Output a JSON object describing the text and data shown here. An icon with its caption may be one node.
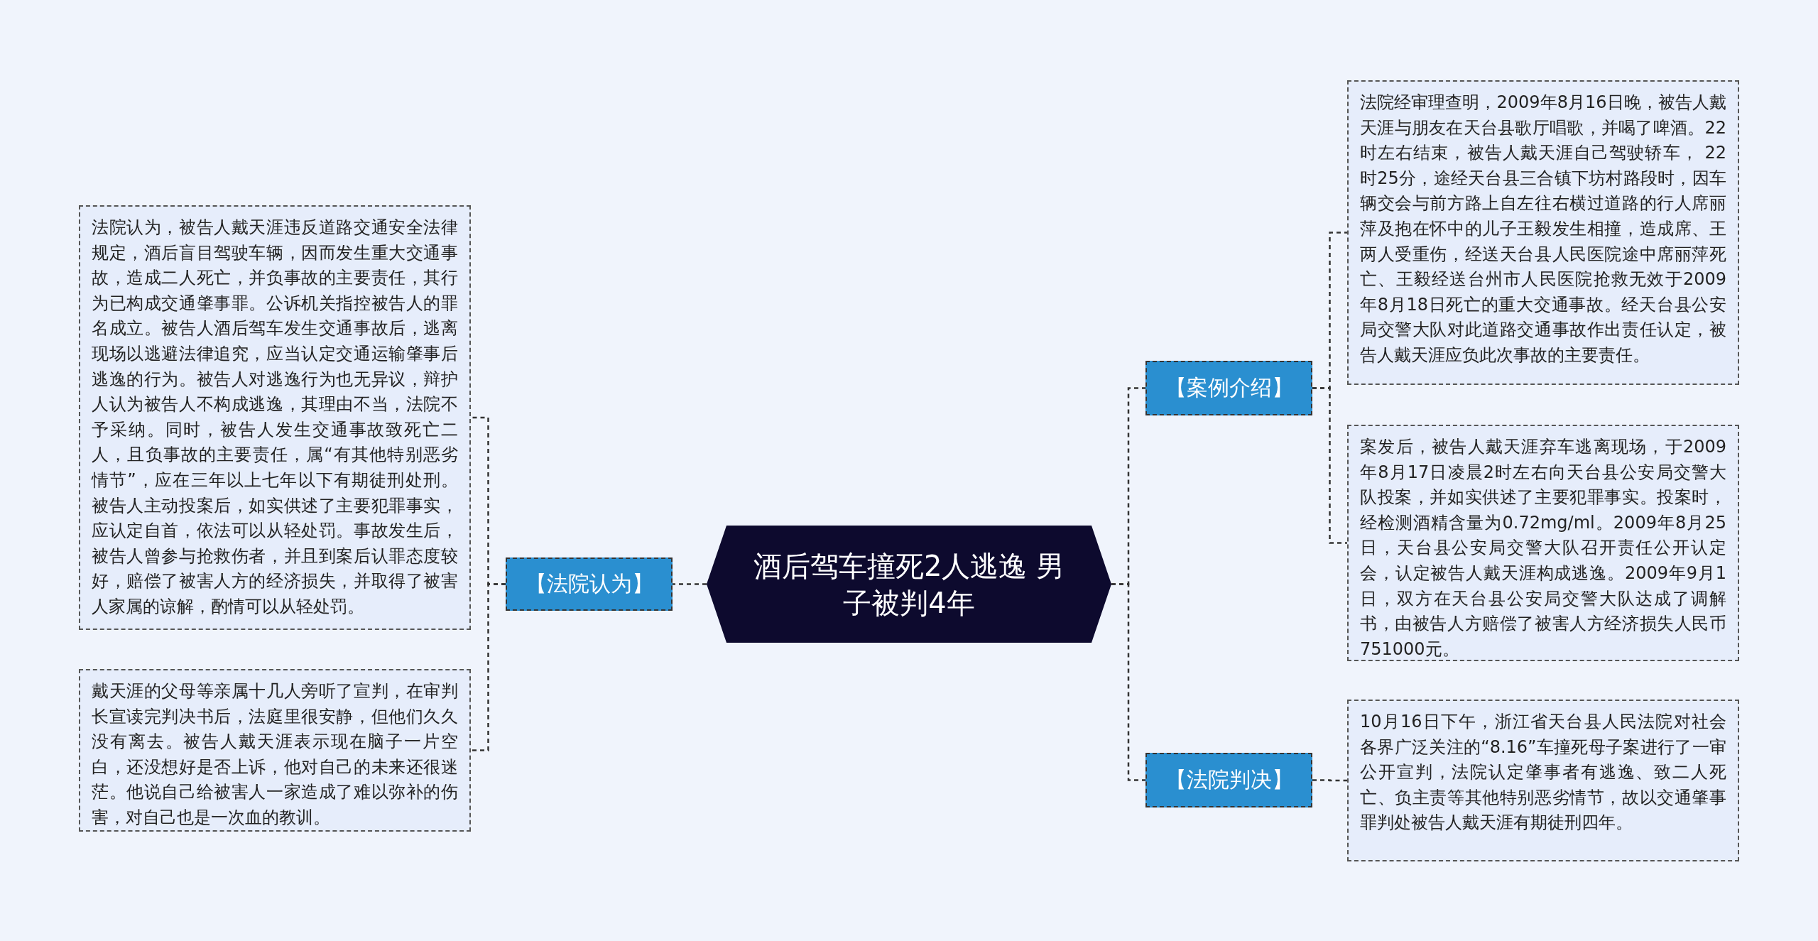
{
  "diagram": {
    "nodes": [
      {
        "text": [
          "酒后驾车撞死2人逃逸 男子被判4年"
        ]
      },
      {
        "text": [
          "【案例介绍】"
        ]
      },
      {
        "text": [
          "法院经审理查明，2009年8月16日晚，被告人戴天涯与朋友在天台县歌厅唱歌，并喝了啤酒。22时左右结束，被告人戴天涯自己驾驶轿车， 22时25分，途经天台县三合镇下坊村路段时，因车辆交会与前方路上自左往右横过道路的行人席丽萍及抱在怀中的儿子王毅发生相撞，造成席、王两人受重伤，经送天台县人民医院途中席丽萍死亡、王毅经送台州市人民医院抢救无效于2009年8月18日死亡的重大交通事故。经天台县公安局交警大队对此道路交通事故作出责任认定，被告人戴天涯应负此次事故的主要责任。"
        ]
      },
      {
        "text": [
          "案发后，被告人戴天涯弃车逃离现场，于2009年8月17日凌晨2时左右向天台县公安局交警大队投案，并如实供述了主要犯罪事实。投案时，经检测酒精含量为0.72mg/ml。2009年8月25日，天台县公安局交警大队召开责任公开认定会，认定被告人戴天涯构成逃逸。2009年9月1日，双方在天台县公安局交警大队达成了调解书，由被告人方赔偿了被害人方经济损失人民币751000元。"
        ]
      },
      {
        "text": [
          "【法院判决】"
        ]
      },
      {
        "text": [
          "10月16日下午，浙江省天台县人民法院对社会各界广泛关注的“8.16”车撞死母子案进行了一审公开宣判，法院认定肇事者有逃逸、致二人死亡、负主责等其他特别恶劣情节，故以交通肇事罪判处被告人戴天涯有期徒刑四年。"
        ]
      },
      {
        "text": [
          "【法院认为】"
        ]
      },
      {
        "text": [
          "法院认为，被告人戴天涯违反道路交通安全法律规定，酒后盲目驾驶车辆，因而发生重大交通事故，造成二人死亡，并负事故的主要责任，其行为已构成交通肇事罪。公诉机关指控被告人的罪名成立。被告人酒后驾车发生交通事故后，逃离现场以逃避法律追究，应当认定交通运输肇事后逃逸的行为。被告人对逃逸行为也无异议，辩护人认为被告人不构成逃逸，其理由不当，法院不予采纳。同时，被告人发生交通事故致死亡二人，且负事故的主要责任，属“有其他特别恶劣情节”，应在三年以上七年以下有期徒刑处刑。被告人主动投案后，如实供述了主要犯罪事实，应认定自首，依法可以从轻处罚。事故发生后，被告人曾参与抢救伤者，并且到案后认罪态度较好，赔偿了被害人方的经济损失，并取得了被害人家属的谅解，酌情可以从轻处罚。"
        ]
      },
      {
        "text": [
          "戴天涯的父母等亲属十几人旁听了宣判，在审判长宣读完判决书后，法庭里很安静，但他们久久没有离去。被告人戴天涯表示现在脑子一片空白，还没想好是否上诉，他对自己的未来还很迷茫。他说自己给被害人一家造成了难以弥补的伤害，对自己也是一次血的教训。"
        ]
      }
    ],
    "edges": [
      {
        "from": 0,
        "to": 1,
        "arrow": "none"
      },
      {
        "from": 1,
        "to": 2,
        "arrow": "none"
      },
      {
        "from": 1,
        "to": 3,
        "arrow": "none"
      },
      {
        "from": 0,
        "to": 4,
        "arrow": "none"
      },
      {
        "from": 4,
        "to": 5,
        "arrow": "none"
      },
      {
        "from": 0,
        "to": 6,
        "arrow": "none"
      },
      {
        "from": 6,
        "to": 7,
        "arrow": "none"
      },
      {
        "from": 6,
        "to": 8,
        "arrow": "none"
      }
    ]
  }
}
